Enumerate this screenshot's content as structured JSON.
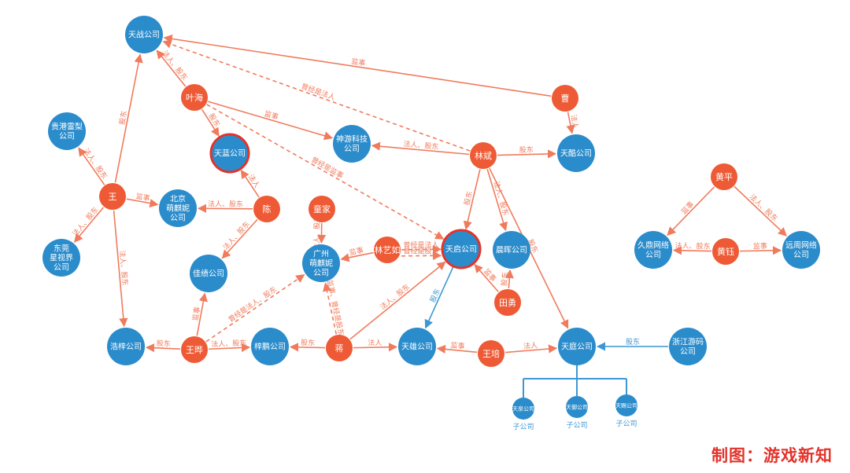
{
  "colors": {
    "company": "#2b8ccc",
    "person": "#ee5a35",
    "edge": "#f07b5c",
    "edge_blue": "#3c97d3",
    "highlight": "#e2332b",
    "credit": "#e2332b"
  },
  "credit": "制图：游戏新知",
  "nodes": [
    {
      "id": "tianzhan",
      "kind": "company",
      "lines": [
        "天战公司"
      ]
    },
    {
      "id": "yehai",
      "kind": "person",
      "lines": [
        "叶海"
      ]
    },
    {
      "id": "tianlan",
      "kind": "company",
      "lines": [
        "天蓝公司"
      ],
      "highlight": true
    },
    {
      "id": "shenyou",
      "kind": "company",
      "lines": [
        "神游科技",
        "公司"
      ]
    },
    {
      "id": "linbin",
      "kind": "person",
      "lines": [
        "林斌"
      ]
    },
    {
      "id": "tianku",
      "kind": "company",
      "lines": [
        "天酷公司"
      ]
    },
    {
      "id": "cao",
      "kind": "person",
      "lines": [
        "曹"
      ]
    },
    {
      "id": "guiganglei",
      "kind": "company",
      "lines": [
        "贵港雷梨",
        "公司"
      ]
    },
    {
      "id": "wang1",
      "kind": "person",
      "lines": [
        "王"
      ]
    },
    {
      "id": "bjmengqini",
      "kind": "company",
      "lines": [
        "北京",
        "萌麒妮",
        "公司"
      ]
    },
    {
      "id": "chen",
      "kind": "person",
      "lines": [
        "陈"
      ]
    },
    {
      "id": "dongguan",
      "kind": "company",
      "lines": [
        "东莞",
        "星视界",
        "公司"
      ]
    },
    {
      "id": "jiaji",
      "kind": "company",
      "lines": [
        "佳绩公司"
      ]
    },
    {
      "id": "tongjia",
      "kind": "person",
      "lines": [
        "童家"
      ]
    },
    {
      "id": "gzmengqini",
      "kind": "company",
      "lines": [
        "广州",
        "萌麒妮",
        "公司"
      ]
    },
    {
      "id": "linyiru",
      "kind": "person",
      "lines": [
        "林艺如"
      ]
    },
    {
      "id": "tianqi",
      "kind": "company",
      "lines": [
        "天启公司"
      ],
      "highlight": true
    },
    {
      "id": "chenhui",
      "kind": "company",
      "lines": [
        "晨晖公司"
      ]
    },
    {
      "id": "tian_yong",
      "kind": "person",
      "lines": [
        "田勇"
      ]
    },
    {
      "id": "haozi",
      "kind": "company",
      "lines": [
        "浩梓公司"
      ]
    },
    {
      "id": "wang2",
      "kind": "person",
      "lines": [
        "王晔"
      ]
    },
    {
      "id": "zipeng",
      "kind": "company",
      "lines": [
        "梓鹏公司"
      ]
    },
    {
      "id": "jiang",
      "kind": "person",
      "lines": [
        "蒋"
      ]
    },
    {
      "id": "tianxiong",
      "kind": "company",
      "lines": [
        "天雄公司"
      ]
    },
    {
      "id": "wangpei",
      "kind": "person",
      "lines": [
        "王培"
      ]
    },
    {
      "id": "tianting",
      "kind": "company",
      "lines": [
        "天庭公司"
      ]
    },
    {
      "id": "zhejiang",
      "kind": "company",
      "lines": [
        "浙江游码",
        "公司"
      ]
    },
    {
      "id": "zigongsi1",
      "kind": "company",
      "lines": [
        "天泉公司"
      ],
      "small": true,
      "caption": "子公司"
    },
    {
      "id": "zigongsi2",
      "kind": "company",
      "lines": [
        "天御公司"
      ],
      "small": true,
      "caption": "子公司"
    },
    {
      "id": "zigongsi3",
      "kind": "company",
      "lines": [
        "天赐公司"
      ],
      "small": true,
      "caption": "子公司"
    },
    {
      "id": "huangping",
      "kind": "person",
      "lines": [
        "黄平"
      ]
    },
    {
      "id": "jiuding",
      "kind": "company",
      "lines": [
        "久鼎网络",
        "公司"
      ]
    },
    {
      "id": "huangyu",
      "kind": "person",
      "lines": [
        "黄钰"
      ]
    },
    {
      "id": "yuanzhou",
      "kind": "company",
      "lines": [
        "远周网络",
        "公司"
      ]
    }
  ],
  "edges": [
    {
      "from": "cao",
      "to": "tianzhan",
      "label": "监事"
    },
    {
      "from": "yehai",
      "to": "tianzhan",
      "label": "法人、股东"
    },
    {
      "from": "linbin",
      "to": "tianzhan",
      "label": "曾经是法人",
      "dashed": true
    },
    {
      "from": "wang1",
      "to": "tianzhan",
      "label": "股东"
    },
    {
      "from": "yehai",
      "to": "tianlan",
      "label": "股东"
    },
    {
      "from": "yehai",
      "to": "shenyou",
      "label": "监事"
    },
    {
      "from": "yehai",
      "to": "tianqi",
      "label": "曾经是监事",
      "dashed": true
    },
    {
      "from": "linbin",
      "to": "shenyou",
      "label": "法人、股东"
    },
    {
      "from": "linbin",
      "to": "tianku",
      "label": "股东"
    },
    {
      "from": "cao",
      "to": "tianku",
      "label": "法人"
    },
    {
      "from": "linbin",
      "to": "tianqi",
      "label": "股东"
    },
    {
      "from": "linbin",
      "to": "chenhui",
      "label": "法人、股东"
    },
    {
      "from": "linbin",
      "to": "tianting",
      "label": "股东"
    },
    {
      "from": "wang1",
      "to": "guiganglei",
      "label": "法人、股东"
    },
    {
      "from": "wang1",
      "to": "bjmengqini",
      "label": "监事"
    },
    {
      "from": "wang1",
      "to": "dongguan",
      "label": "法人、股东"
    },
    {
      "from": "wang1",
      "to": "haozi",
      "label": "法人、股东"
    },
    {
      "from": "chen",
      "to": "tianlan",
      "label": "法人"
    },
    {
      "from": "chen",
      "to": "bjmengqini",
      "label": "法人、股东"
    },
    {
      "from": "chen",
      "to": "jiaji",
      "label": "法人、股东"
    },
    {
      "from": "tongjia",
      "to": "gzmengqini",
      "label": "法人、股东"
    },
    {
      "from": "linyiru",
      "to": "gzmengqini",
      "label": "监事"
    },
    {
      "from": "linyiru",
      "to": "tianqi",
      "label": "曾经是法人",
      "dashed": true
    },
    {
      "from": "linyiru",
      "to": "tianqi",
      "label": "曾经是股东",
      "dashed": true,
      "offset": 8
    },
    {
      "from": "tianqi",
      "to": "tianxiong",
      "label": "股东",
      "blue": true
    },
    {
      "from": "tian_yong",
      "to": "tianqi",
      "label": "监事"
    },
    {
      "from": "tian_yong",
      "to": "chenhui",
      "label": "股东"
    },
    {
      "from": "wang2",
      "to": "haozi",
      "label": "股东"
    },
    {
      "from": "wang2",
      "to": "zipeng",
      "label": "法人、股东"
    },
    {
      "from": "wang2",
      "to": "jiaji",
      "label": "监事"
    },
    {
      "from": "wang2",
      "to": "gzmengqini",
      "label": "曾经是法人、股东",
      "dashed": true
    },
    {
      "from": "jiang",
      "to": "zipeng",
      "label": "股东"
    },
    {
      "from": "jiang",
      "to": "tianxiong",
      "label": "法人"
    },
    {
      "from": "jiang",
      "to": "tianqi",
      "label": "法人、股东"
    },
    {
      "from": "jiang",
      "to": "gzmengqini",
      "label": "监事、曾经是股东",
      "dashed": true
    },
    {
      "from": "wangpei",
      "to": "tianxiong",
      "label": "监事"
    },
    {
      "from": "wangpei",
      "to": "tianting",
      "label": "法人"
    },
    {
      "from": "zhejiang",
      "to": "tianting",
      "label": "股东",
      "blue": true
    },
    {
      "from": "huangping",
      "to": "jiuding",
      "label": "监事"
    },
    {
      "from": "huangping",
      "to": "yuanzhou",
      "label": "法人、股东"
    },
    {
      "from": "huangyu",
      "to": "jiuding",
      "label": "法人、股东"
    },
    {
      "from": "huangyu",
      "to": "yuanzhou",
      "label": "监事"
    }
  ],
  "tree": {
    "parent": "tianting",
    "children": [
      "zigongsi1",
      "zigongsi2",
      "zigongsi3"
    ]
  }
}
